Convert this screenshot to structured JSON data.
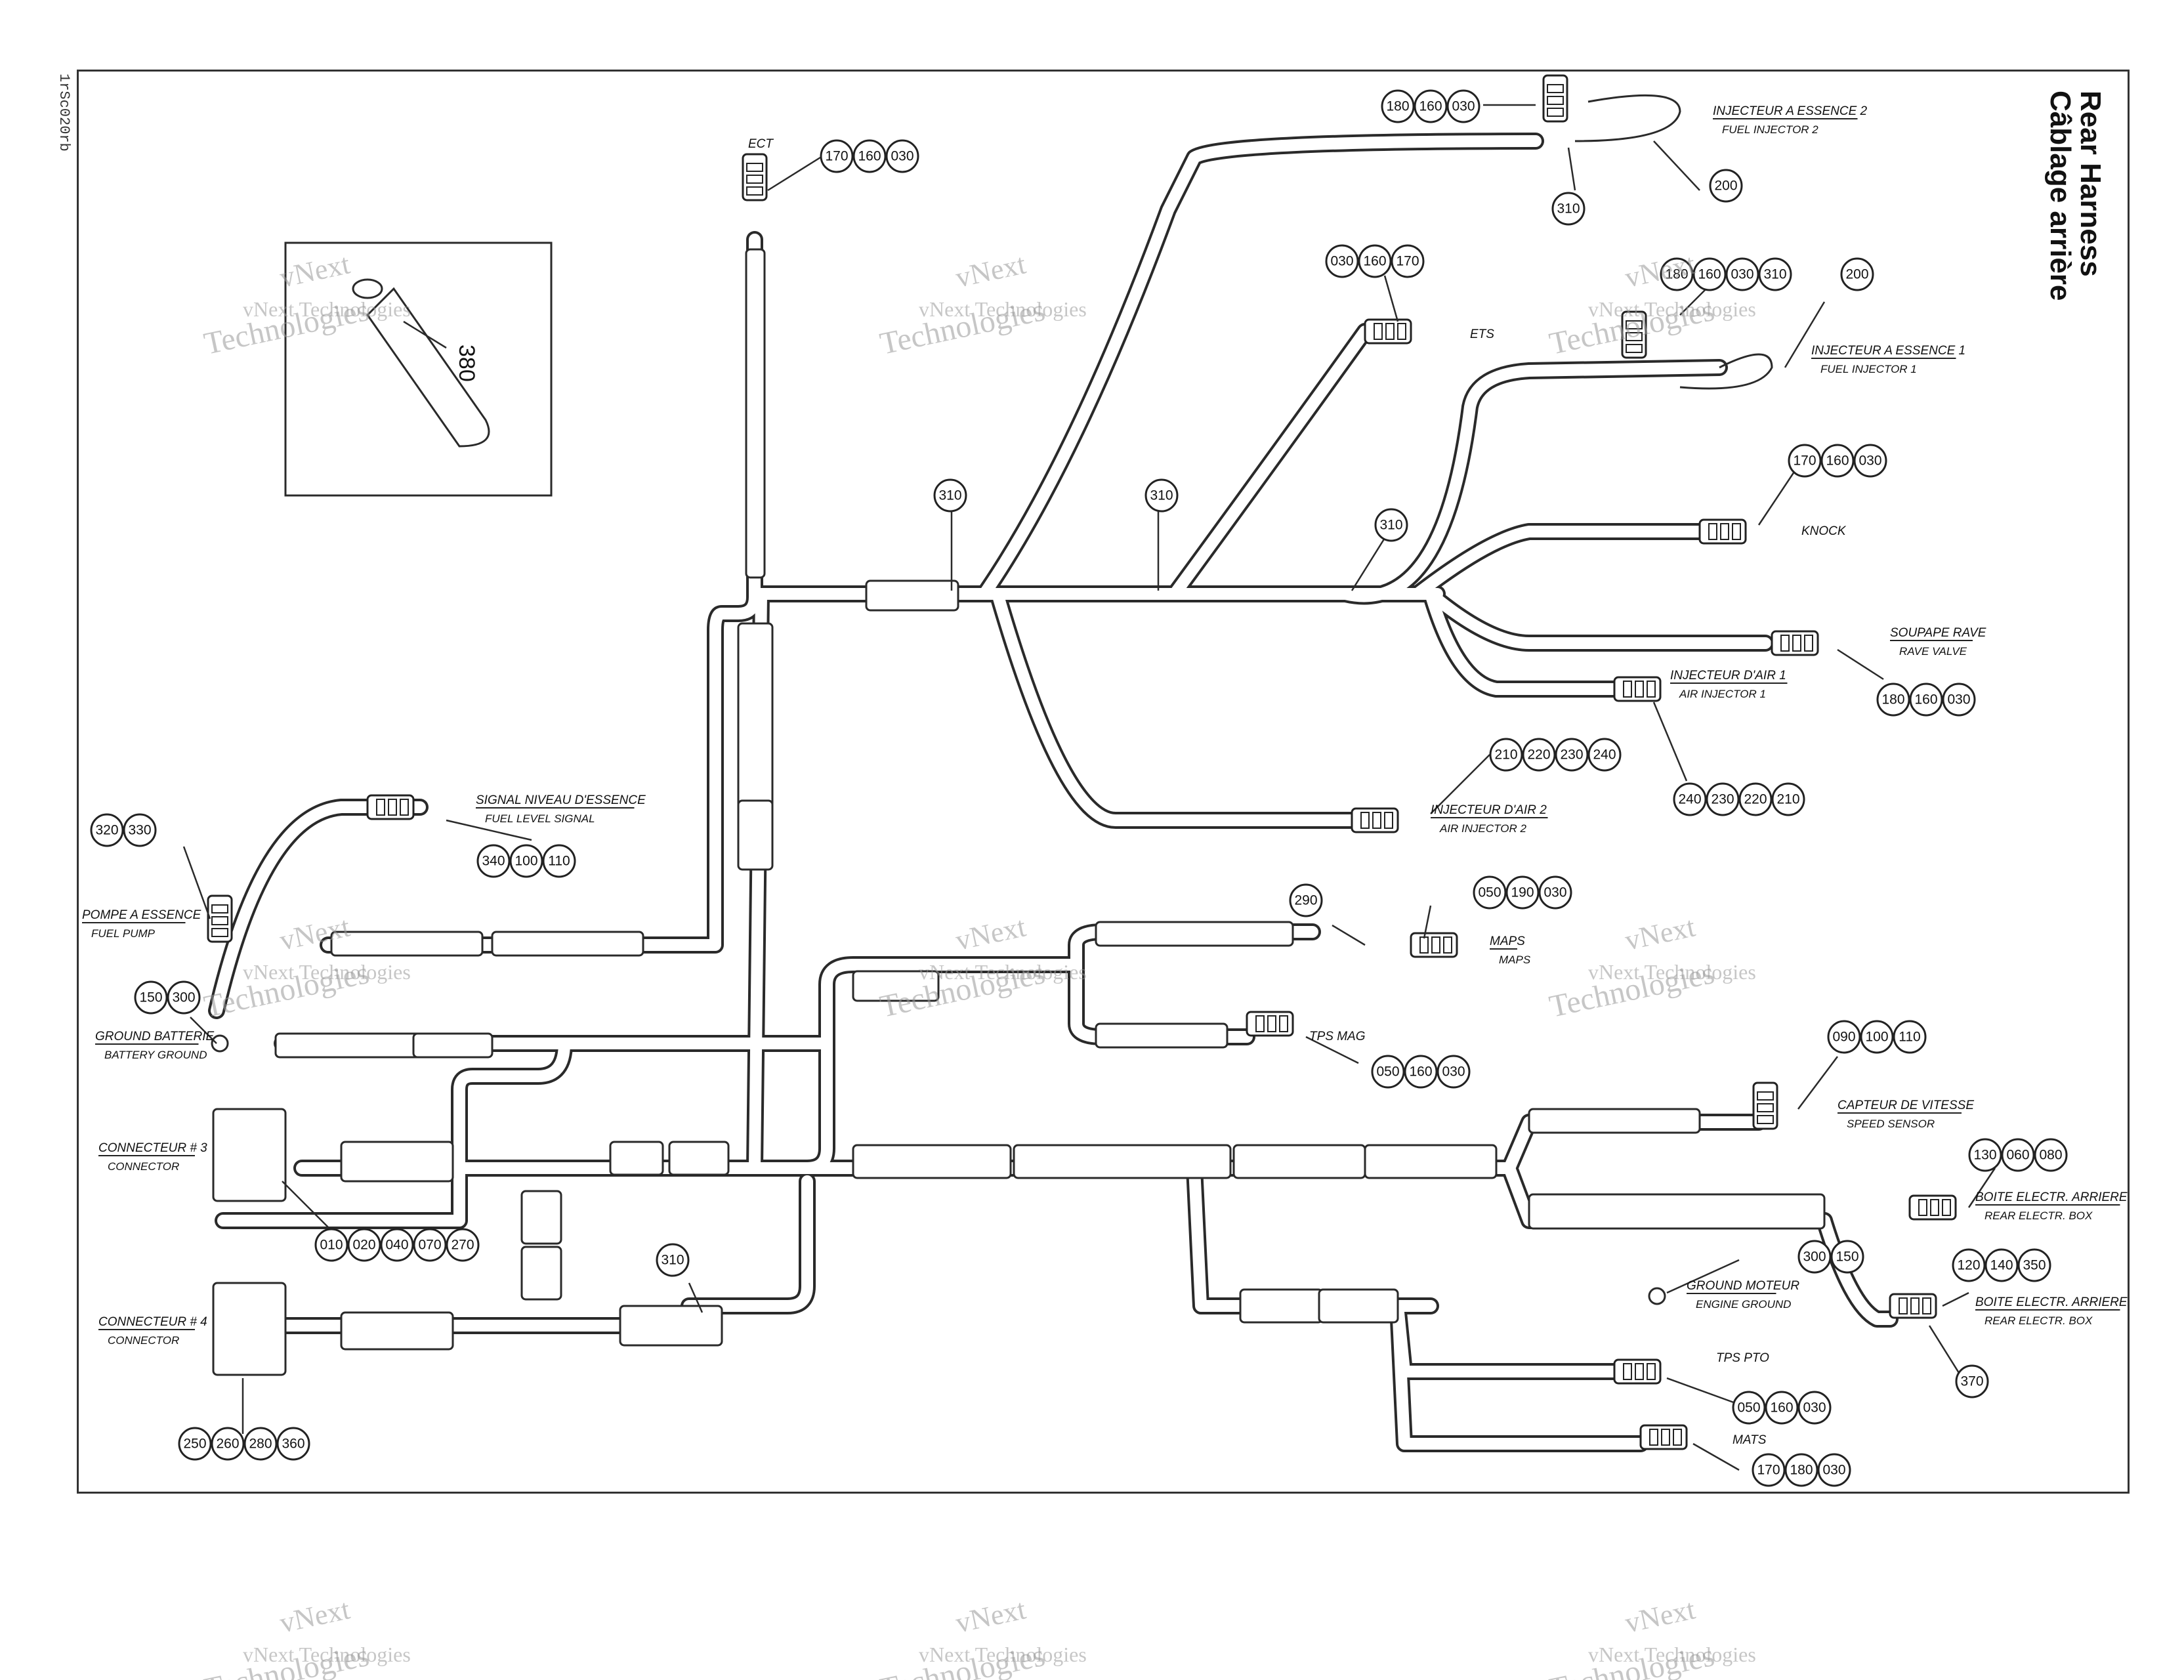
{
  "doc_code": "1rSc020rb",
  "title": {
    "en": "Rear Harness",
    "fr": "Câblage arrière"
  },
  "watermark": {
    "line1": "vNext",
    "line2": "vNext Technologies",
    "line3": "Technologies"
  },
  "inset": {
    "callout": "380"
  },
  "components": [
    {
      "id": "ect",
      "label": "ECT",
      "sub": ""
    },
    {
      "id": "fuel-injector-2",
      "label": "INJECTEUR A ESSENCE 2",
      "sub": "FUEL INJECTOR 2"
    },
    {
      "id": "ets",
      "label": "ETS",
      "sub": ""
    },
    {
      "id": "fuel-injector-1",
      "label": "INJECTEUR A ESSENCE 1",
      "sub": "FUEL INJECTOR 1"
    },
    {
      "id": "knock",
      "label": "KNOCK",
      "sub": ""
    },
    {
      "id": "rave-valve",
      "label": "SOUPAPE RAVE",
      "sub": "RAVE VALVE"
    },
    {
      "id": "air-injector-1",
      "label": "INJECTEUR D'AIR 1",
      "sub": "AIR INJECTOR 1"
    },
    {
      "id": "air-injector-2",
      "label": "INJECTEUR D'AIR 2",
      "sub": "AIR INJECTOR 2"
    },
    {
      "id": "fuel-level-signal",
      "label": "SIGNAL NIVEAU D'ESSENCE",
      "sub": "FUEL LEVEL SIGNAL"
    },
    {
      "id": "fuel-pump",
      "label": "POMPE A ESSENCE",
      "sub": "FUEL PUMP"
    },
    {
      "id": "maps",
      "label": "MAPS",
      "sub": "MAPS"
    },
    {
      "id": "tps-mag",
      "label": "TPS MAG",
      "sub": ""
    },
    {
      "id": "battery-ground",
      "label": "GROUND BATTERIE",
      "sub": "BATTERY GROUND"
    },
    {
      "id": "connector-3",
      "label": "CONNECTEUR # 3",
      "sub": "CONNECTOR"
    },
    {
      "id": "connector-4",
      "label": "CONNECTEUR # 4",
      "sub": "CONNECTOR"
    },
    {
      "id": "speed-sensor",
      "label": "CAPTEUR DE VITESSE",
      "sub": "SPEED SENSOR"
    },
    {
      "id": "rear-electr-box-1",
      "label": "BOITE ELECTR. ARRIERE",
      "sub": "REAR ELECTR. BOX"
    },
    {
      "id": "rear-electr-box-2",
      "label": "BOITE ELECTR. ARRIERE",
      "sub": "REAR ELECTR. BOX"
    },
    {
      "id": "engine-ground",
      "label": "GROUND MOTEUR",
      "sub": "ENGINE GROUND"
    },
    {
      "id": "tps-pto",
      "label": "TPS PTO",
      "sub": ""
    },
    {
      "id": "mats",
      "label": "MATS",
      "sub": ""
    }
  ],
  "callout_groups": [
    {
      "id": "fi2-top",
      "nums": [
        "180",
        "160",
        "030"
      ]
    },
    {
      "id": "fi2-clip",
      "nums": [
        "310"
      ]
    },
    {
      "id": "fi2-hose",
      "nums": [
        "200"
      ]
    },
    {
      "id": "ect",
      "nums": [
        "170",
        "160",
        "030"
      ]
    },
    {
      "id": "ets",
      "nums": [
        "030",
        "160",
        "170"
      ]
    },
    {
      "id": "fi1",
      "nums": [
        "180",
        "160",
        "030",
        "310"
      ]
    },
    {
      "id": "fi1-hose",
      "nums": [
        "200"
      ]
    },
    {
      "id": "knock",
      "nums": [
        "170",
        "160",
        "030"
      ]
    },
    {
      "id": "clip-a",
      "nums": [
        "310"
      ]
    },
    {
      "id": "clip-b",
      "nums": [
        "310"
      ]
    },
    {
      "id": "clip-c",
      "nums": [
        "310"
      ]
    },
    {
      "id": "rave",
      "nums": [
        "180",
        "160",
        "030"
      ]
    },
    {
      "id": "ai2",
      "nums": [
        "210",
        "220",
        "230",
        "240"
      ]
    },
    {
      "id": "ai1",
      "nums": [
        "240",
        "230",
        "220",
        "210"
      ]
    },
    {
      "id": "fuel-pump",
      "nums": [
        "320",
        "330"
      ]
    },
    {
      "id": "fuel-level",
      "nums": [
        "340",
        "100",
        "110"
      ]
    },
    {
      "id": "maps-hose",
      "nums": [
        "290"
      ]
    },
    {
      "id": "maps",
      "nums": [
        "050",
        "190",
        "030"
      ]
    },
    {
      "id": "tps-mag",
      "nums": [
        "050",
        "160",
        "030"
      ]
    },
    {
      "id": "battery",
      "nums": [
        "150",
        "300"
      ]
    },
    {
      "id": "speed",
      "nums": [
        "090",
        "100",
        "110"
      ]
    },
    {
      "id": "rear-box-1",
      "nums": [
        "130",
        "060",
        "080"
      ]
    },
    {
      "id": "conn3",
      "nums": [
        "010",
        "020",
        "040",
        "070",
        "270"
      ]
    },
    {
      "id": "clip-d",
      "nums": [
        "310"
      ]
    },
    {
      "id": "engine-ground",
      "nums": [
        "300",
        "150"
      ]
    },
    {
      "id": "rear-box-2",
      "nums": [
        "120",
        "140",
        "350"
      ]
    },
    {
      "id": "rear-box-2-b",
      "nums": [
        "370"
      ]
    },
    {
      "id": "tps-pto",
      "nums": [
        "050",
        "160",
        "030"
      ]
    },
    {
      "id": "conn4",
      "nums": [
        "250",
        "260",
        "280",
        "360"
      ]
    },
    {
      "id": "mats",
      "nums": [
        "170",
        "180",
        "030"
      ]
    }
  ],
  "colors": {
    "line": "#2a2a2a",
    "bg": "#ffffff",
    "watermark": "#999999"
  }
}
